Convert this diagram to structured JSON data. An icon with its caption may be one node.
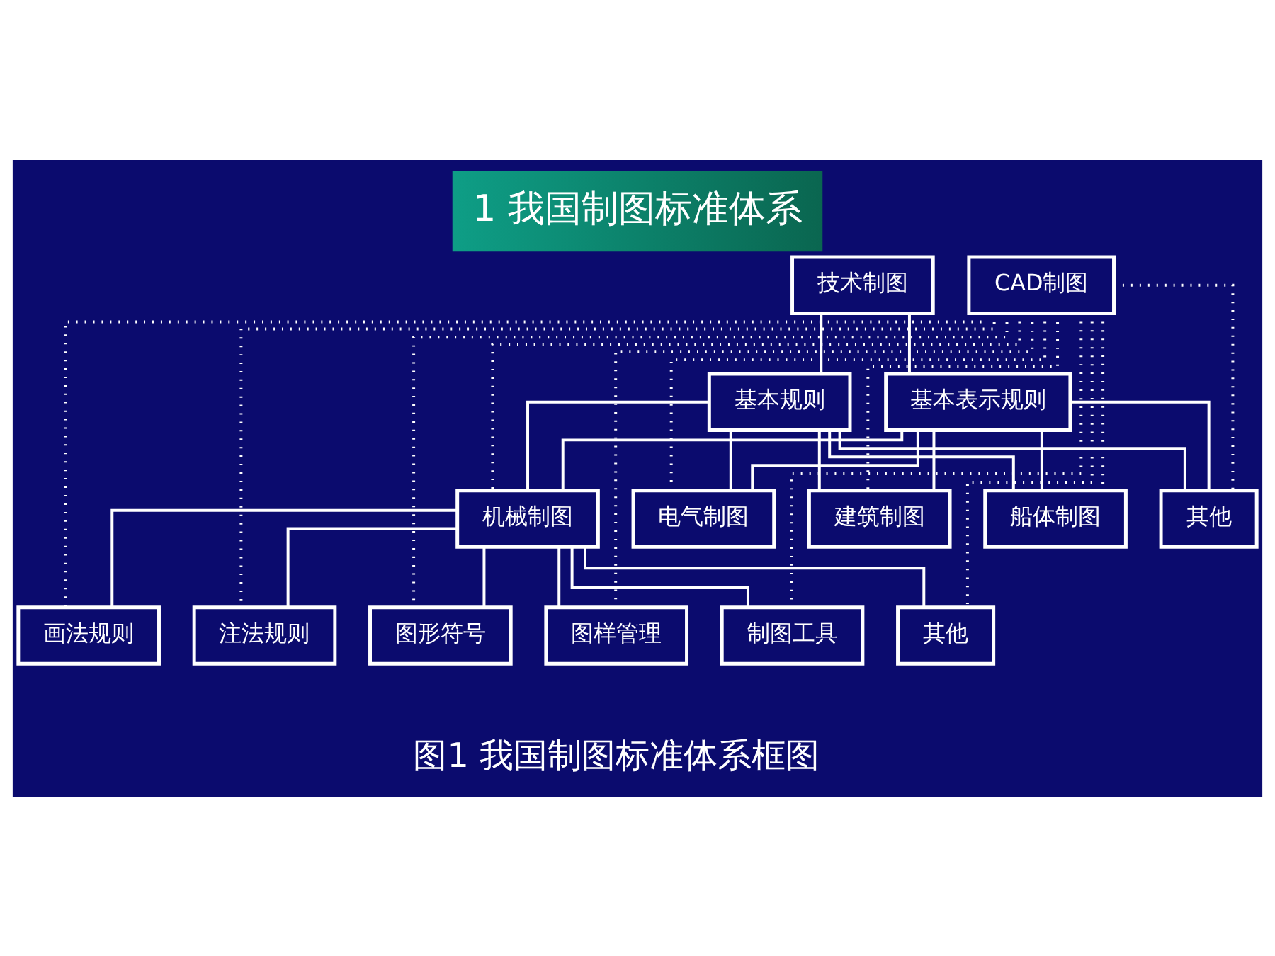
{
  "diagram": {
    "title": "1 我国制图标准体系",
    "caption": "图1 我国制图标准体系框图",
    "nodes": [
      {
        "text": [
          "技术制图"
        ]
      },
      {
        "text": [
          "CAD制图"
        ]
      },
      {
        "text": [
          "基本规则"
        ]
      },
      {
        "text": [
          "基本表示规则"
        ]
      },
      {
        "text": [
          "机械制图"
        ]
      },
      {
        "text": [
          "电气制图"
        ]
      },
      {
        "text": [
          "建筑制图"
        ]
      },
      {
        "text": [
          "船体制图"
        ]
      },
      {
        "text": [
          "其他"
        ]
      },
      {
        "text": [
          "画法规则"
        ]
      },
      {
        "text": [
          "注法规则"
        ]
      },
      {
        "text": [
          "图形符号"
        ]
      },
      {
        "text": [
          "图样管理"
        ]
      },
      {
        "text": [
          "制图工具"
        ]
      },
      {
        "text": [
          "其他"
        ]
      }
    ],
    "edges": [
      {
        "from": 0,
        "to": 2,
        "arrow": "none"
      },
      {
        "from": 0,
        "to": 3,
        "arrow": "none"
      },
      {
        "from": 2,
        "to": 4,
        "arrow": "none"
      },
      {
        "from": 2,
        "to": 5,
        "arrow": "none"
      },
      {
        "from": 2,
        "to": 6,
        "arrow": "none"
      },
      {
        "from": 2,
        "to": 7,
        "arrow": "none"
      },
      {
        "from": 2,
        "to": 8,
        "arrow": "none"
      },
      {
        "from": 3,
        "to": 4,
        "arrow": "none"
      },
      {
        "from": 3,
        "to": 5,
        "arrow": "none"
      },
      {
        "from": 3,
        "to": 6,
        "arrow": "none"
      },
      {
        "from": 3,
        "to": 7,
        "arrow": "none"
      },
      {
        "from": 3,
        "to": 8,
        "arrow": "none"
      },
      {
        "from": 1,
        "to": 4,
        "arrow": "none",
        "style": "dashed"
      },
      {
        "from": 1,
        "to": 5,
        "arrow": "none",
        "style": "dashed"
      },
      {
        "from": 1,
        "to": 6,
        "arrow": "none",
        "style": "dashed"
      },
      {
        "from": 1,
        "to": 7,
        "arrow": "none",
        "style": "dashed"
      },
      {
        "from": 1,
        "to": 8,
        "arrow": "none",
        "style": "dashed"
      },
      {
        "from": 4,
        "to": 9,
        "arrow": "none"
      },
      {
        "from": 4,
        "to": 10,
        "arrow": "none"
      },
      {
        "from": 4,
        "to": 11,
        "arrow": "none"
      },
      {
        "from": 4,
        "to": 12,
        "arrow": "none"
      },
      {
        "from": 4,
        "to": 13,
        "arrow": "none"
      },
      {
        "from": 4,
        "to": 14,
        "arrow": "none"
      },
      {
        "from": 1,
        "to": 9,
        "arrow": "none",
        "style": "dashed"
      },
      {
        "from": 1,
        "to": 10,
        "arrow": "none",
        "style": "dashed"
      },
      {
        "from": 1,
        "to": 11,
        "arrow": "none",
        "style": "dashed"
      },
      {
        "from": 1,
        "to": 12,
        "arrow": "none",
        "style": "dashed"
      },
      {
        "from": 1,
        "to": 13,
        "arrow": "none",
        "style": "dashed"
      },
      {
        "from": 1,
        "to": 14,
        "arrow": "none",
        "style": "dashed"
      }
    ]
  }
}
